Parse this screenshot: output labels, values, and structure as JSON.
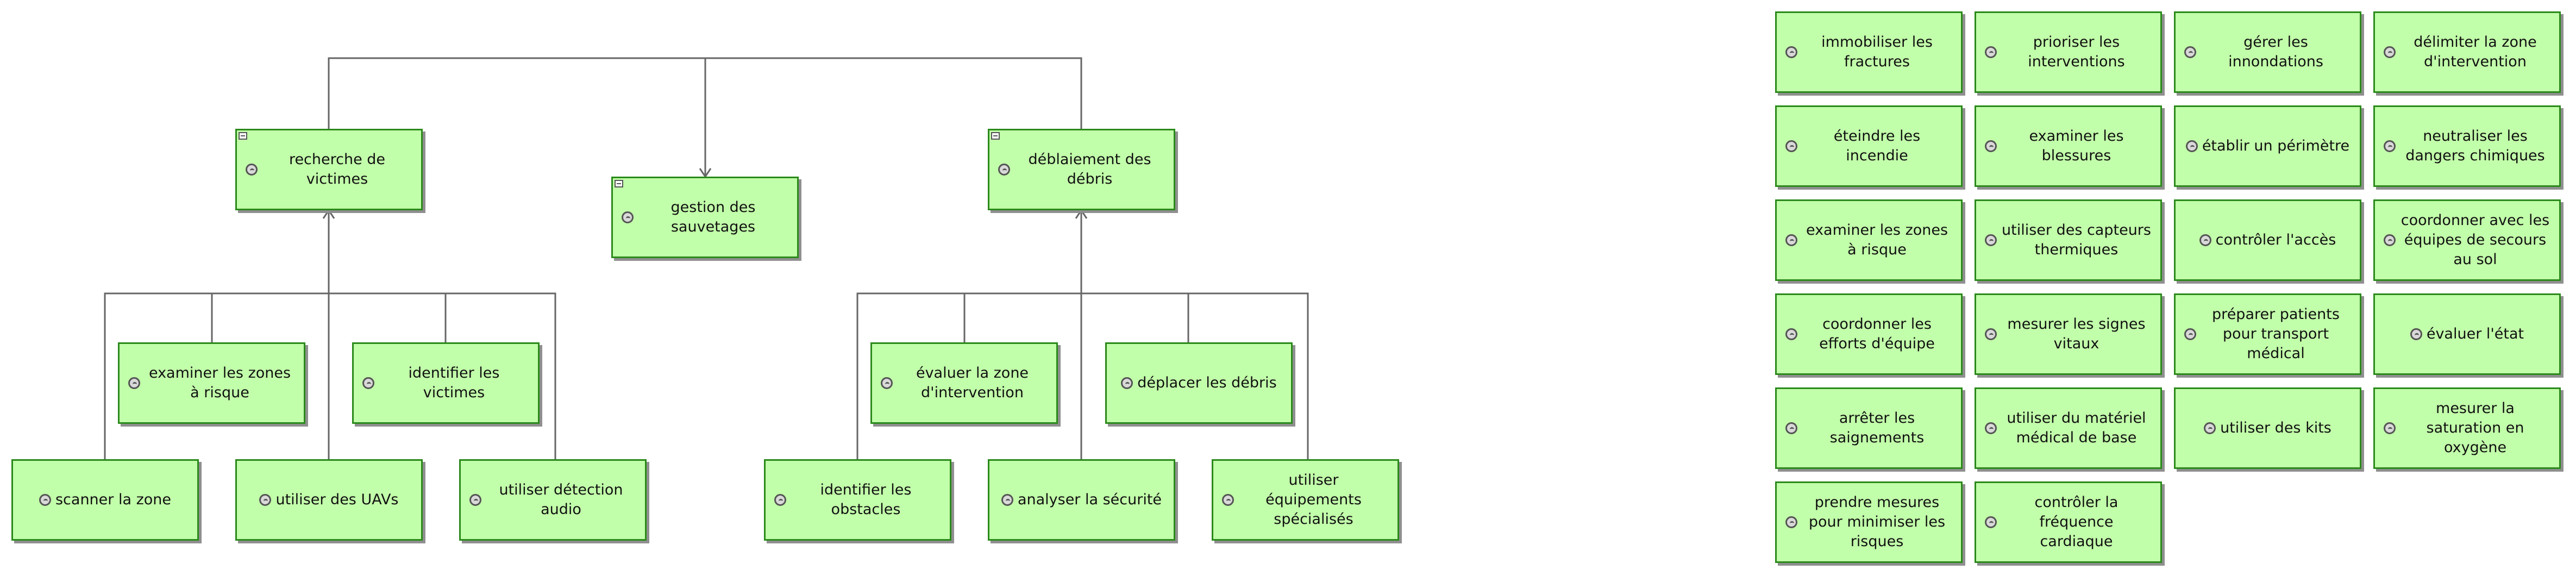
{
  "tree": {
    "root_a": "recherche de victimes",
    "root_b": "gestion des sauvetages",
    "root_c": "déblaiement des débris",
    "a_children": [
      "examiner les zones à risque",
      "identifier les victimes",
      "scanner la zone",
      "utiliser des UAVs",
      "utiliser détection audio"
    ],
    "c_children": [
      "évaluer la zone d'intervention",
      "déplacer les débris",
      "identifier les obstacles",
      "analyser la sécurité",
      "utiliser équipements spécialisés"
    ]
  },
  "grid_items": [
    "immobiliser les fractures",
    "prioriser les interventions",
    "gérer les innondations",
    "délimiter la zone d'intervention",
    "éteindre les incendie",
    "examiner les blessures",
    "établir un périmètre",
    "neutraliser les dangers chimiques",
    "examiner les zones à risque",
    "utiliser des capteurs thermiques",
    "contrôler l'accès",
    "coordonner avec les équipes de secours au sol",
    "coordonner les efforts d'équipe",
    "mesurer les signes vitaux",
    "préparer patients pour transport médical",
    "évaluer l'état",
    "arrêter les saignements",
    "utiliser du matériel médical de base",
    "utiliser des kits",
    "mesurer la saturation en oxygène",
    "prendre mesures pour minimiser les risques",
    "contrôler la fréquence cardiaque"
  ],
  "colors": {
    "node_fill": "#c2ffaa",
    "node_border": "#2a8a1a",
    "edge": "#555555",
    "shadow": "#8f8f8f"
  },
  "icons": {
    "node_icon": "feature-icon",
    "collapse_icon": "collapse-icon"
  }
}
